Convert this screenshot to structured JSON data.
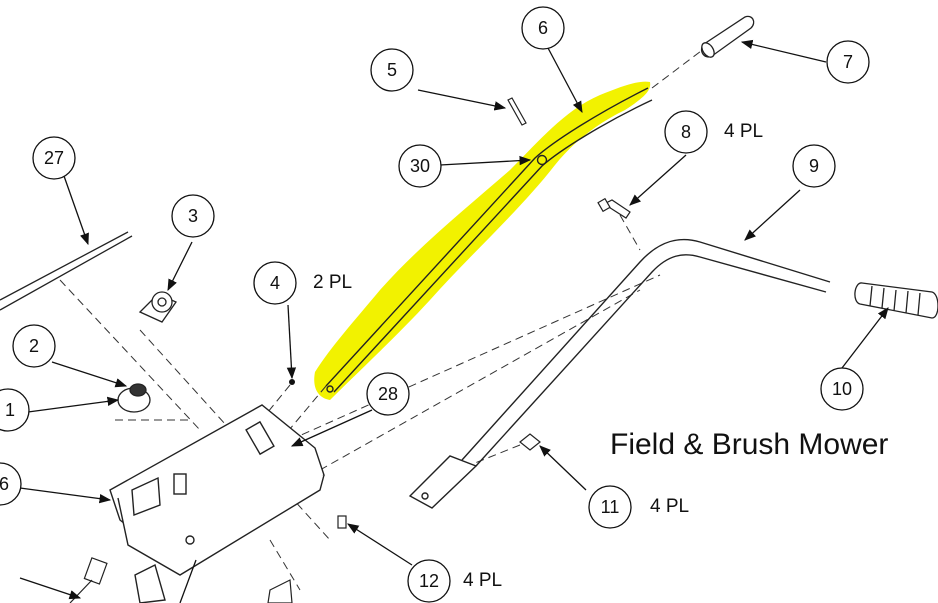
{
  "title": "Field & Brush Mower",
  "highlight_color": "#f2f200",
  "callouts": [
    {
      "id": "c1",
      "label": "1"
    },
    {
      "id": "c2",
      "label": "2"
    },
    {
      "id": "c3",
      "label": "3"
    },
    {
      "id": "c4",
      "label": "4",
      "qty": "2 PL"
    },
    {
      "id": "c5",
      "label": "5"
    },
    {
      "id": "c6",
      "label": "6"
    },
    {
      "id": "c7",
      "label": "7"
    },
    {
      "id": "c8",
      "label": "8",
      "qty": "4 PL"
    },
    {
      "id": "c9",
      "label": "9"
    },
    {
      "id": "c10",
      "label": "10"
    },
    {
      "id": "c11",
      "label": "11",
      "qty": "4 PL"
    },
    {
      "id": "c12",
      "label": "12",
      "qty": "4 PL"
    },
    {
      "id": "c16",
      "label": "6"
    },
    {
      "id": "c27",
      "label": "27"
    },
    {
      "id": "c28",
      "label": "28"
    },
    {
      "id": "c30",
      "label": "30"
    }
  ]
}
